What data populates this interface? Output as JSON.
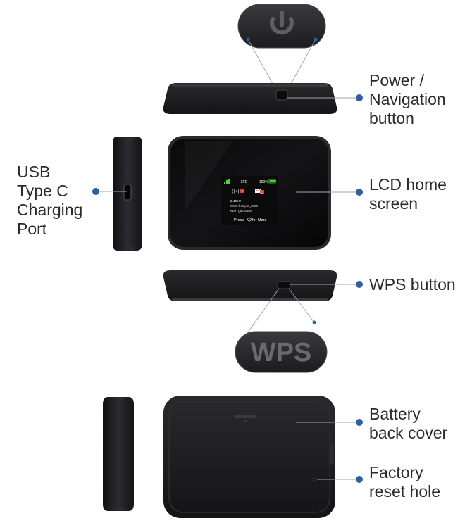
{
  "colors": {
    "device_body": "#1d1d1f",
    "device_edge": "#3a3a3d",
    "leader_line": "#9aa6b8",
    "callout_dot": "#2e5f9e",
    "label_text": "#2b2b2b",
    "battery_green": "#4cd137",
    "alert_red": "#e53935"
  },
  "icons": {
    "power": "power-icon",
    "signal": "signal-icon",
    "battery": "battery-icon",
    "wifi": "wifi-broadcast-icon",
    "message": "envelope-icon"
  },
  "callouts": {
    "power": [
      "Power /",
      "Navigation",
      "button"
    ],
    "usb": [
      "USB",
      "Type C",
      "Charging",
      "Port"
    ],
    "lcd": [
      "LCD home",
      "screen"
    ],
    "wps": [
      "WPS button"
    ],
    "battery": [
      "Battery",
      "back cover"
    ],
    "reset": [
      "Factory",
      "reset hole"
    ]
  },
  "wps_badge": {
    "text": "WPS"
  },
  "lcd_screen": {
    "network": "LTE",
    "battery_pct": "100%",
    "band": "2.4GHz",
    "ssid": "SSID:hotspot_2020",
    "key": "KEY: gdjmowr8",
    "press_prefix": "Press",
    "press_suffix": "for More",
    "wifi_badge": "1",
    "message_badge": "1"
  }
}
